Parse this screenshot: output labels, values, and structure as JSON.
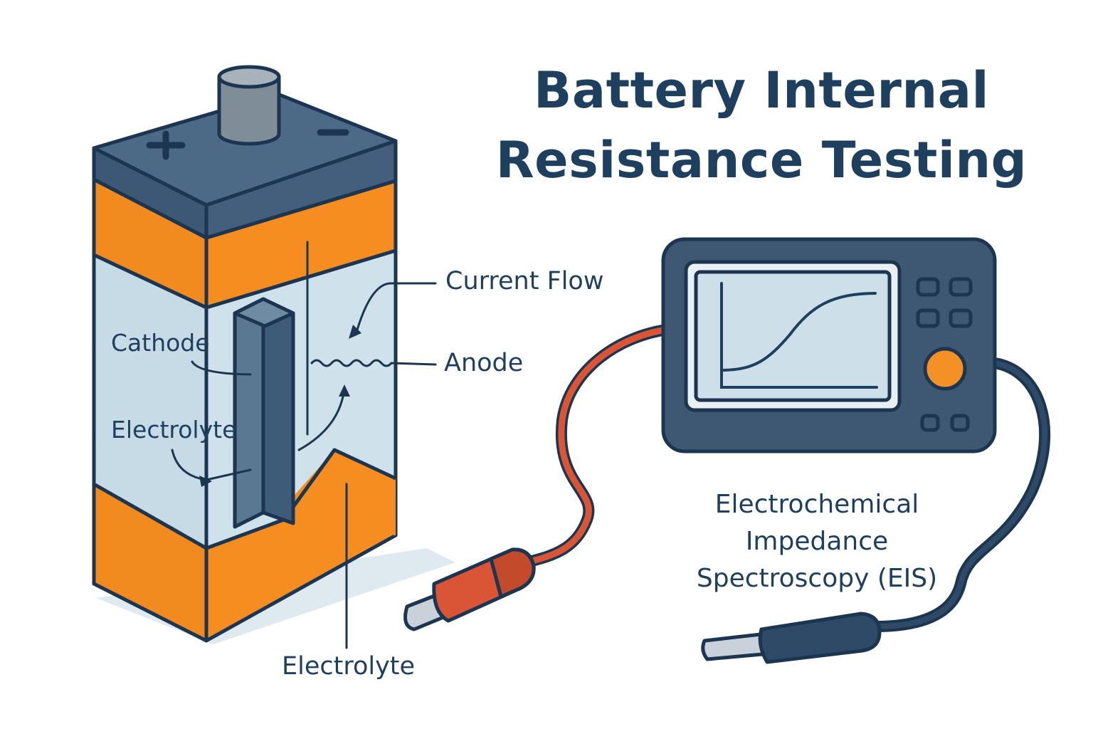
{
  "title": {
    "line1": "Battery Internal",
    "line2": "Resistance Testing"
  },
  "battery": {
    "plus_symbol": "+",
    "minus_symbol": "−"
  },
  "labels": {
    "current_flow": "Current Flow",
    "anode": "Anode",
    "cathode": "Cathode",
    "electrolyte_inner": "Electrolyte",
    "electrolyte_bottom": "Electrolyte"
  },
  "eis": {
    "line1": "Electrochemical",
    "line2": "Impedance",
    "line3": "Spectroscopy (EIS)"
  },
  "colors": {
    "navy": "#1f3f5e",
    "slate": "#3e5873",
    "orange": "#f39126",
    "light_blue": "#c6dbe6",
    "red_lead": "#d95535",
    "outline": "#1c3550"
  }
}
